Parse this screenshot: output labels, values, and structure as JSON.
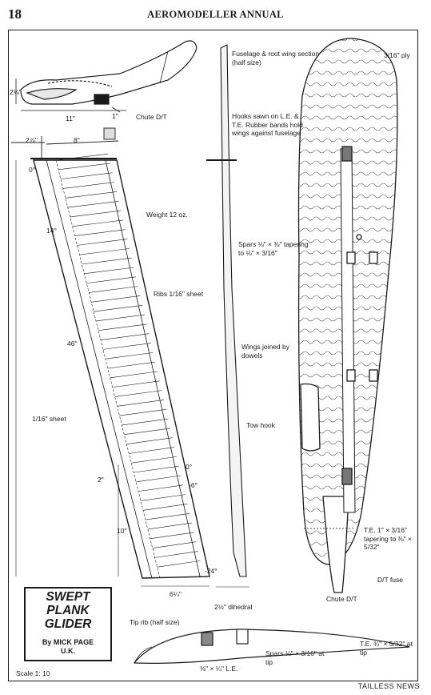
{
  "header": {
    "page_number": "18",
    "publication": "AEROMODELLER ANNUAL"
  },
  "labels": {
    "fuselage_root": "Fuselage & root wing section (half size)",
    "ply": "3/16\" ply",
    "side_height": "2⅛\"",
    "side_length": "11\"",
    "hook_dim": "1\"",
    "chute_top": "Chute D/T",
    "hooks": "Hooks sawn on L.E. & T.E. Rubber bands hold wings against fuselage",
    "root_dim_a": "2⅞\"",
    "root_dim_b": "8\"",
    "angle_0_top": "0°",
    "angle_14": "14°",
    "weight": "Weight 12 oz.",
    "spars_taper": "Spars ⅛\" × ⅜\" tapering to ⅛\" × 3/16\"",
    "ribs": "Ribs 1/16\" sheet",
    "span": "46\"",
    "dowels": "Wings joined by dowels",
    "sheet": "1/16\" sheet",
    "tow_hook": "Tow hook",
    "angle_0_mid": "0°",
    "angle_neg6": "-6°",
    "dim_2": "2\"",
    "dim_10": "10\"",
    "angle_neg24": "-24°",
    "te_root": "T.E. 1\" × 3/16\" tapering to ⅜\" × 5/32\"",
    "tip_chord": "6¼\"",
    "dihedral": "2½\" dihedral",
    "dt_fuse": "D/T fuse",
    "chute_bottom": "Chute D/T",
    "tip_rib": "Tip rib (half size)",
    "spars_tip": "Spars ⅛\" × 3/16\" at tip",
    "te_tip": "T.E. ¾\" × 5/32\" at tip",
    "le": "⅜\" × ¼\" L.E.",
    "scale": "Scale 1: 10"
  },
  "title_block": {
    "line1": "SWEPT",
    "line2": "PLANK",
    "line3": "GLIDER",
    "author": "By MICK PAGE",
    "country": "U.K."
  },
  "footer": {
    "credit": "TAILLESS NEWS"
  }
}
